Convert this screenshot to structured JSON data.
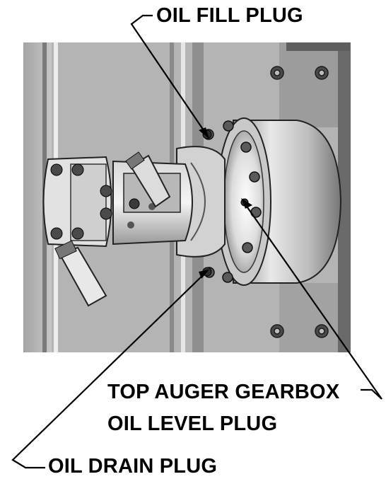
{
  "callouts": {
    "oil_fill": "OIL FILL PLUG",
    "gearbox_level_line1": "TOP AUGER GEARBOX",
    "gearbox_level_line2": "OIL LEVEL PLUG",
    "oil_drain": "OIL DRAIN PLUG"
  },
  "colors": {
    "frame_gray": "#9a9a9a",
    "housing_light": "#e4e4e4",
    "housing_dark": "#6e6e6e",
    "line": "#000000",
    "text": "#000000"
  }
}
